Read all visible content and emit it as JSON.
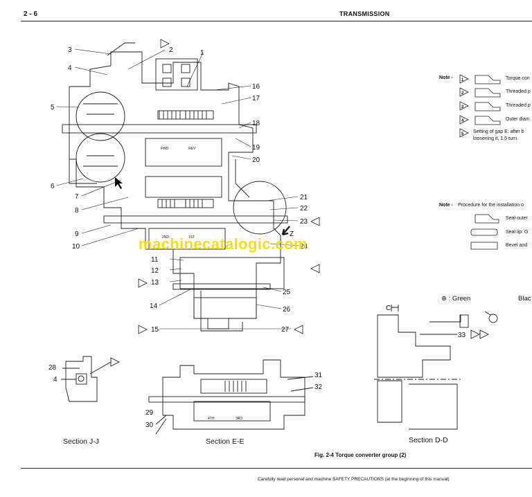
{
  "header": {
    "page_number": "2 - 6",
    "section_title": "TRANSMISSION"
  },
  "footer": {
    "text": "Carefully read personal and machine SAFETY PRECAUTIONS (at the beginning of this manual)"
  },
  "figure": {
    "caption": "Fig. 2-4   Torque converter group (2)"
  },
  "watermark": "machinecatalogic.com",
  "callouts": [
    "1",
    "2",
    "3",
    "4",
    "5",
    "6",
    "7",
    "8",
    "9",
    "10",
    "11",
    "12",
    "13",
    "14",
    "15",
    "16",
    "17",
    "18",
    "19",
    "20",
    "21",
    "22",
    "23",
    "24",
    "25",
    "26",
    "27",
    "28",
    "4",
    "29",
    "30",
    "31",
    "32",
    "33"
  ],
  "section_labels": {
    "jj": "Section   J-J",
    "ee": "Section   E-E",
    "dd": "Section D-D"
  },
  "inner_part_labels": {
    "fwd": "FWD",
    "rev": "REV",
    "second": "2ND",
    "first": "1ST",
    "fourth": "4TH",
    "third": "3RD"
  },
  "notes_a": {
    "label": "Note -",
    "items": [
      {
        "num": "1",
        "text": "Torque con"
      },
      {
        "num": "2",
        "text": "Threaded p"
      },
      {
        "num": "3",
        "text": "Threaded p"
      },
      {
        "num": "4",
        "text": "Outer diam"
      },
      {
        "num": "5",
        "text": "Setting of gap E: after b",
        "text2": "loosening it, 1.5 turn."
      }
    ]
  },
  "notes_b": {
    "label": "Note -",
    "title": "Procedure for the installation o",
    "items": [
      "Seal outer",
      "Seal lip: G",
      "Bevel and"
    ]
  },
  "legend": {
    "green": "⊕ : Green",
    "black": "Blac"
  },
  "dim_c": "C",
  "section_marker": "Z",
  "colors": {
    "line": "#1a1a1a",
    "watermark": "#f2dc00"
  }
}
